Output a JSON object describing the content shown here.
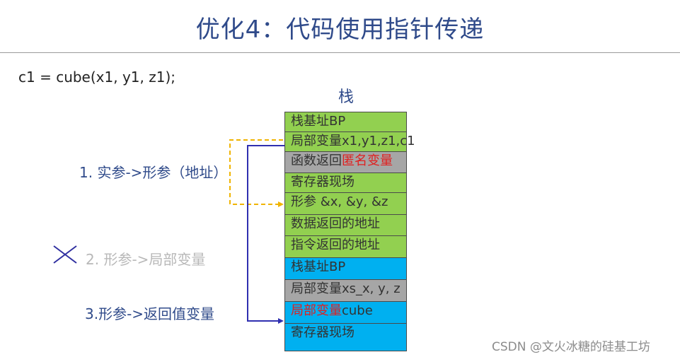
{
  "title": "优化4：代码使用指针传递",
  "code_line": "c1 = cube(x1, y1, z1);",
  "stack_label": "栈",
  "stack_rows": [
    {
      "text": "栈基址BP",
      "text_red": "",
      "color": "green"
    },
    {
      "text": "局部变量x1,y1,z1,c1",
      "text_red": "",
      "color": "green"
    },
    {
      "text": "函数返回",
      "text_red": "匿名变量",
      "color": "gray"
    },
    {
      "text": "寄存器现场",
      "text_red": "",
      "color": "green"
    },
    {
      "text": "形参 &x, &y, &z",
      "text_red": "",
      "color": "green"
    },
    {
      "text": "数据返回的地址",
      "text_red": "",
      "color": "green"
    },
    {
      "text": "指令返回的地址",
      "text_red": "",
      "color": "green"
    },
    {
      "text": "栈基址BP",
      "text_red": "",
      "color": "blue"
    },
    {
      "text": "局部变量xs_x, y, z",
      "text_red": "",
      "color": "gray"
    },
    {
      "text": "",
      "text_red": "局部变量",
      "text_after": "cube",
      "color": "blue"
    },
    {
      "text": "寄存器现场",
      "text_red": "",
      "color": "blue"
    }
  ],
  "steps": {
    "step1": "1. 实参->形参（地址）",
    "step2": "2. 形参->局部变量",
    "step3": "3.形参->返回值变量"
  },
  "colors": {
    "green": "#92d050",
    "blue": "#00b0f0",
    "gray": "#a6a6a6",
    "arrow_dashed": "#f0b400",
    "arrow_solid": "#2f2fb0"
  },
  "watermark": "CSDN @文火冰糖的硅基工坊"
}
